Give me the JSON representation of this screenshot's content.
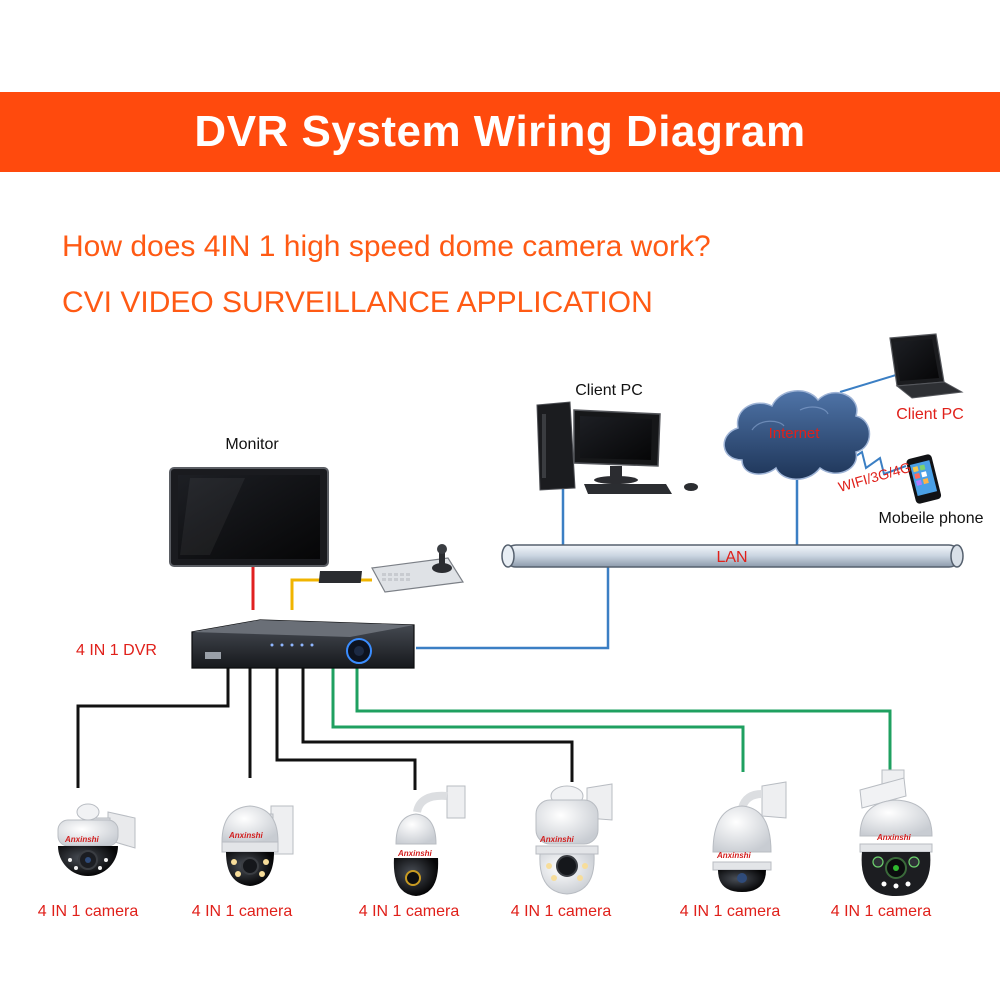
{
  "header": {
    "title": "DVR System Wiring Diagram",
    "question": "How does 4IN 1 high speed dome camera work?",
    "application": "CVI VIDEO SURVEILLANCE APPLICATION"
  },
  "diagram": {
    "monitor_label": "Monitor",
    "client_pc_desktop_label": "Client PC",
    "client_pc_laptop_label": "Client PC",
    "internet_label": "Internet",
    "wireless_label": "WIFI/3G/4G",
    "phone_label": "Mobeile phone",
    "lan_label": "LAN",
    "dvr_label": "4 IN 1 DVR",
    "brand": "Anxinshi",
    "cameras": [
      {
        "label": "4 IN 1 camera"
      },
      {
        "label": "4 IN 1 camera"
      },
      {
        "label": "4 IN 1 camera"
      },
      {
        "label": "4 IN 1 camera"
      },
      {
        "label": "4 IN 1 camera"
      },
      {
        "label": "4 IN 1 camera"
      }
    ]
  },
  "colors": {
    "banner": "#ff4a0d",
    "accent_text": "#ff5a14",
    "label_red": "#e0201a",
    "lan_wire": "#3b7fc4",
    "camera_wire_black": "#111111",
    "camera_wire_green": "#1fa060",
    "monitor_wire": "#e02020",
    "keyboard_wire": "#f0b400"
  }
}
